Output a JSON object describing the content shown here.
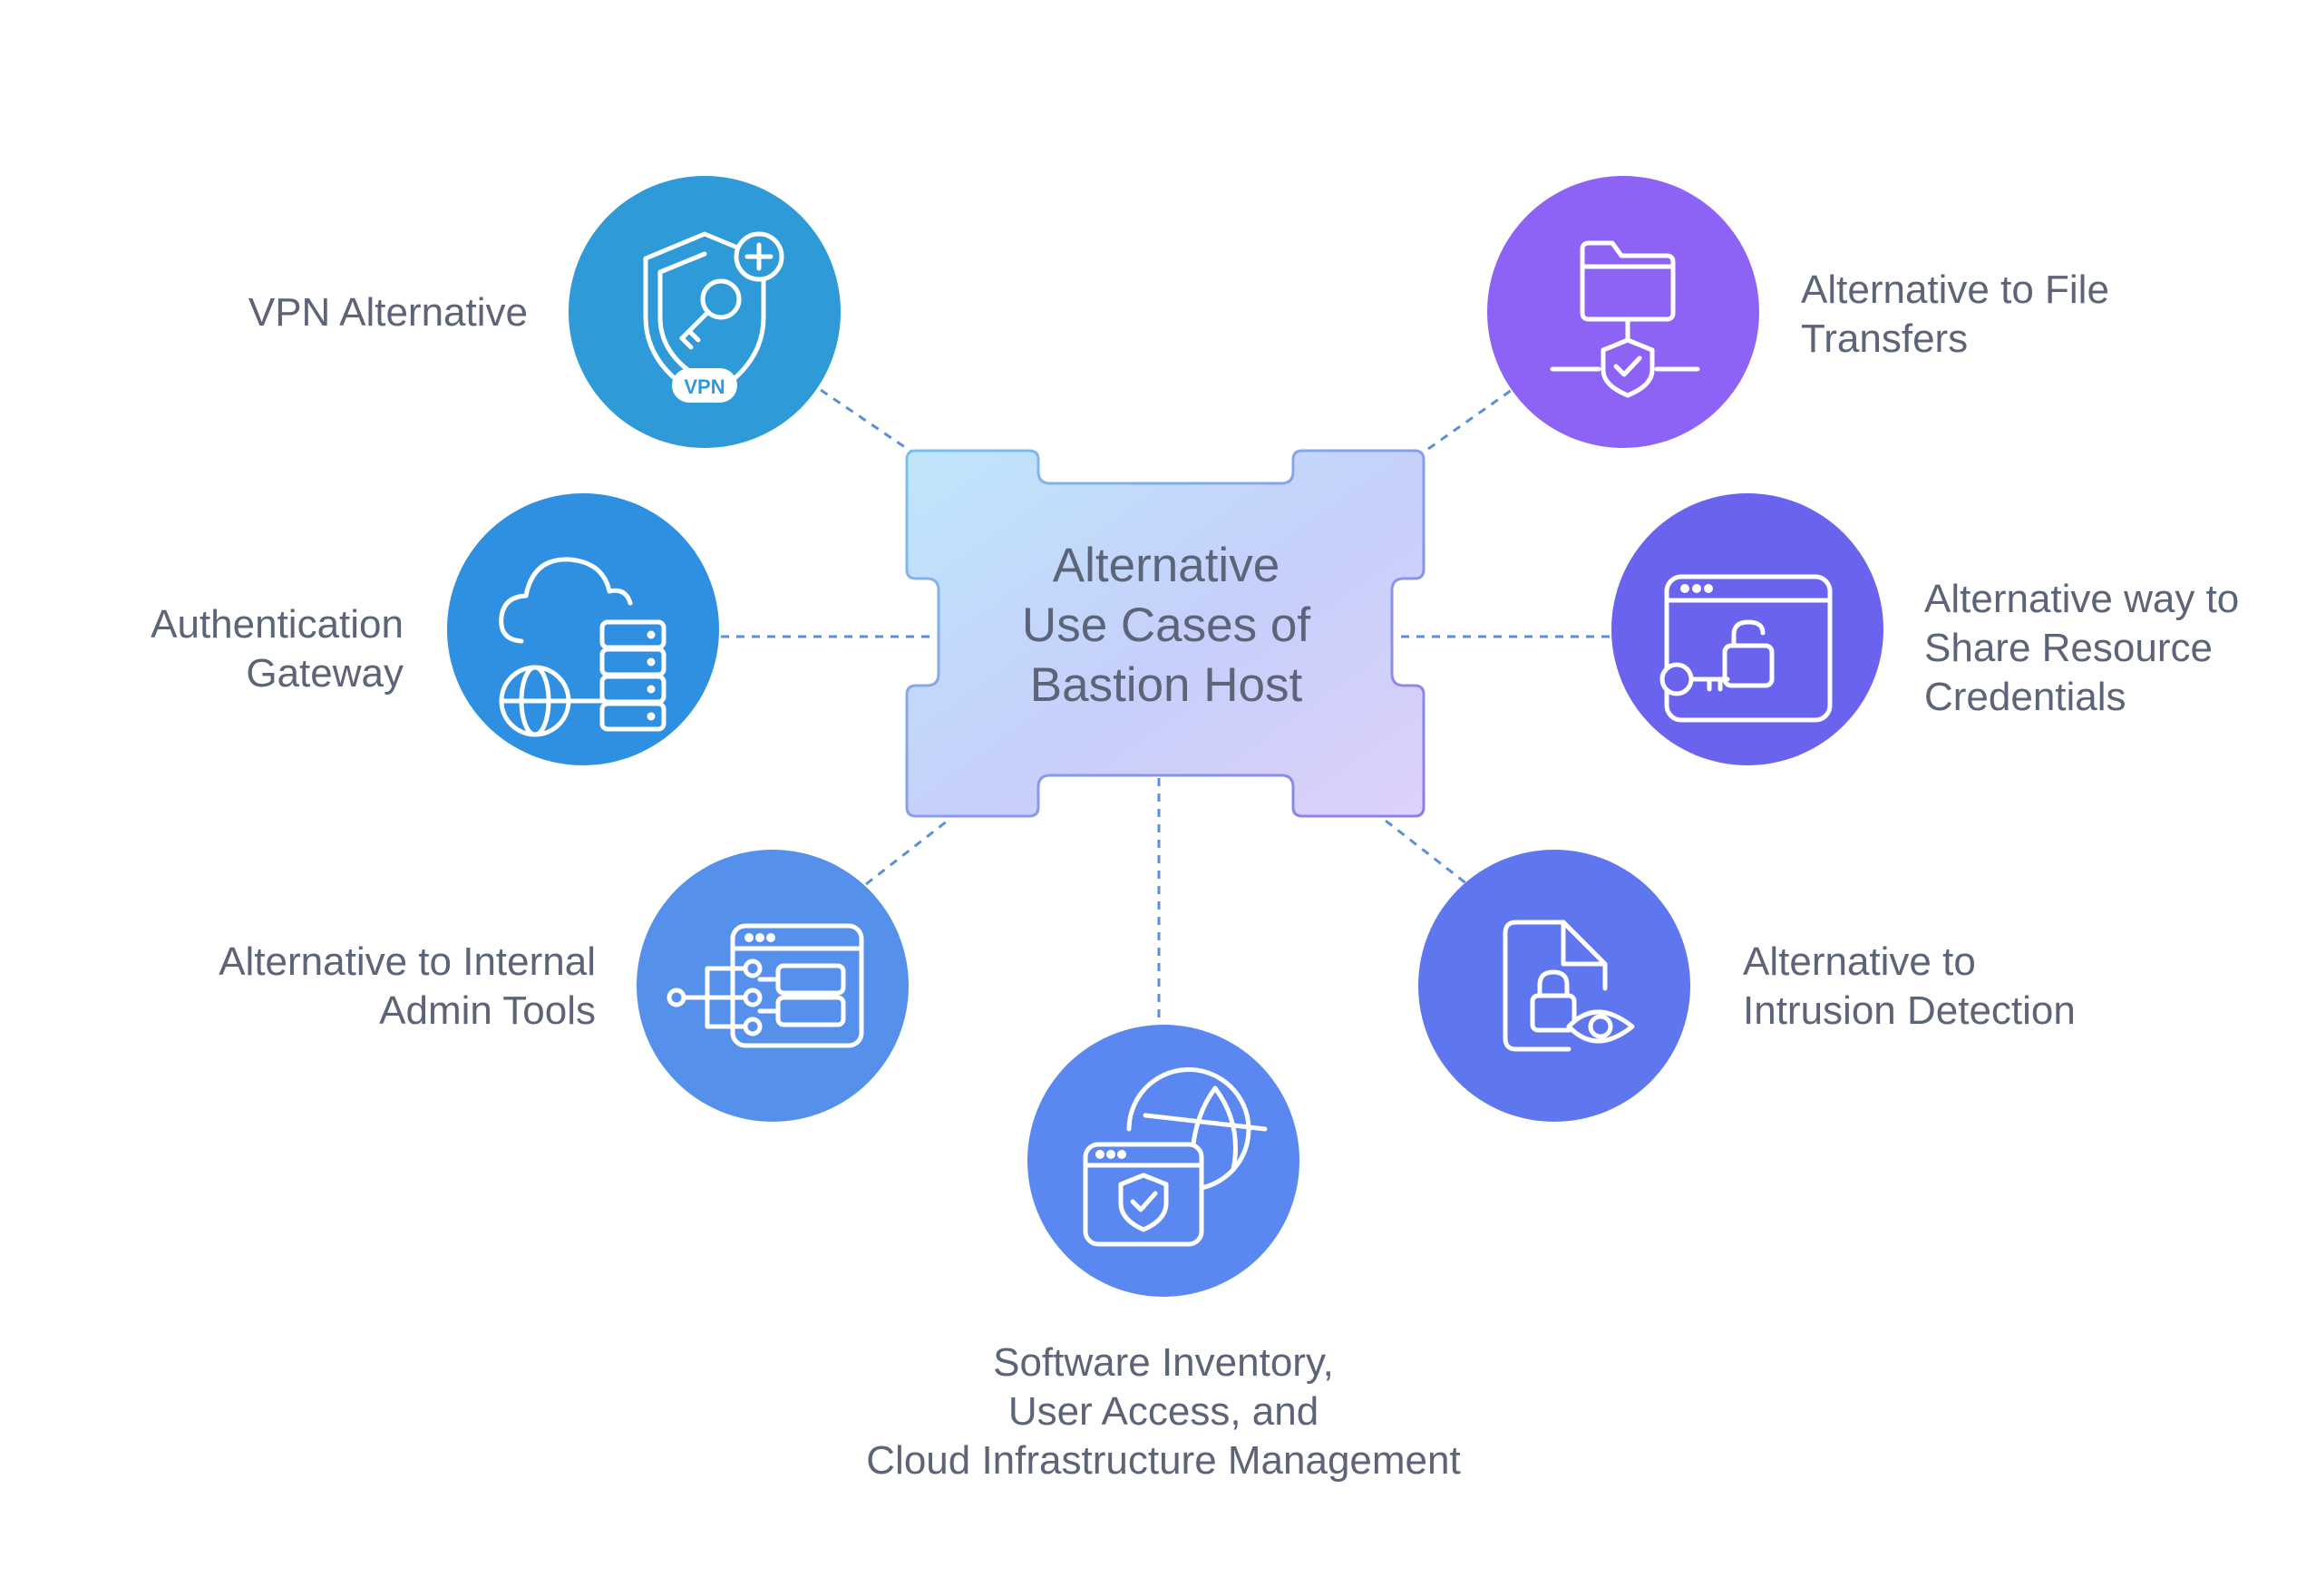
{
  "hub": {
    "title": "Alternative\nUse Cases of\nBastion Host"
  },
  "nodes": [
    {
      "label": "VPN Alternative",
      "icon": "vpn-shield-key-icon",
      "badge": "VPN",
      "color": "#2e9ad8"
    },
    {
      "label": "Authentication\nGateway",
      "icon": "cloud-server-globe-icon",
      "color": "#2f8fe0"
    },
    {
      "label": "Alternative to Internal\nAdmin Tools",
      "icon": "admin-network-window-icon",
      "color": "#5591eb"
    },
    {
      "label": "Software Inventory,\nUser Access, and\nCloud Infrastructure Management",
      "icon": "globe-browser-shield-icon",
      "color": "#5a88f0"
    },
    {
      "label": "Alternative to\nIntrusion Detection",
      "icon": "document-lock-eye-icon",
      "color": "#5e77ee"
    },
    {
      "label": "Alternative way to\nShare Resource\nCredentials",
      "icon": "browser-key-unlock-icon",
      "color": "#6a63ee"
    },
    {
      "label": "Alternative to File\nTransfers",
      "icon": "folder-network-shield-icon",
      "color": "#8c63f5"
    }
  ],
  "colors": {
    "hub_gradient_start": "#bfe6fb",
    "hub_gradient_mid": "#c6cffb",
    "hub_gradient_end": "#ddd1fa",
    "connector": "#5b8fd6",
    "text": "#5c6478"
  }
}
